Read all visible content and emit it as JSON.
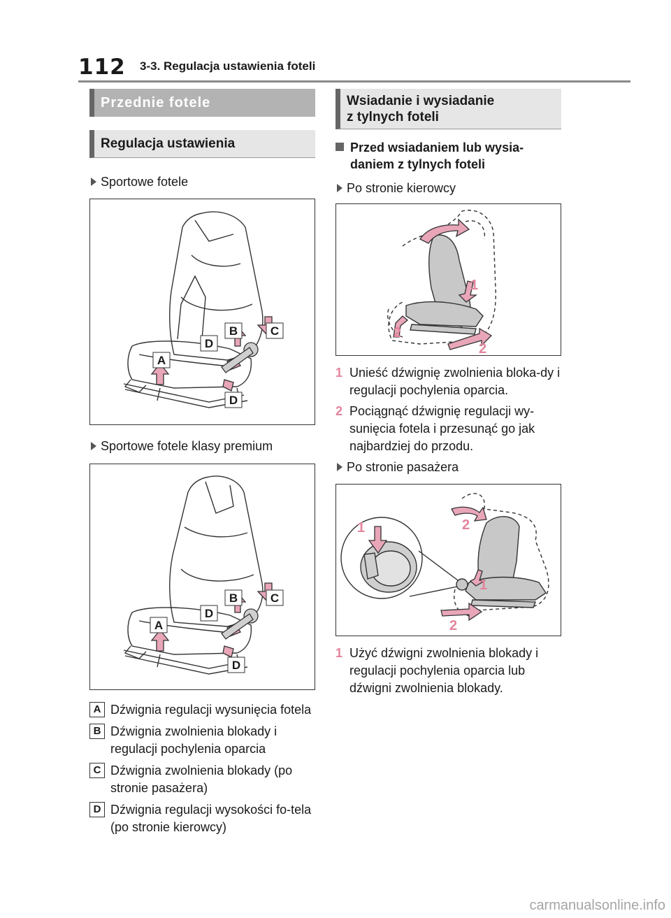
{
  "header": {
    "page_number": "112",
    "chapter": "3-3. Regulacja ustawienia foteli"
  },
  "left": {
    "section_title": "Przednie fotele",
    "subsection_title": "Regulacja ustawienia",
    "bullet1": "Sportowe fotele",
    "bullet2": "Sportowe fotele klasy premium",
    "fig_labels": {
      "a": "A",
      "b": "B",
      "c": "C",
      "d": "D"
    },
    "legend": [
      {
        "key": "A",
        "text": "Dźwignia regulacji wysunięcia fotela"
      },
      {
        "key": "B",
        "text": "Dźwignia zwolnienia blokady i regulacji pochylenia oparcia"
      },
      {
        "key": "C",
        "text": "Dźwignia zwolnienia blokady (po stronie pasażera)"
      },
      {
        "key": "D",
        "text": "Dźwignia regulacji wysokości fo-tela (po stronie kierowcy)"
      }
    ]
  },
  "right": {
    "section_title_line1": "Wsiadanie i wysiadanie",
    "section_title_line2": "z tylnych foteli",
    "heading": "Przed wsiadaniem lub wysia-daniem z tylnych foteli",
    "bullet_driver": "Po stronie kierowcy",
    "steps_driver": [
      {
        "num": "1",
        "text": "Unieść dźwignię zwolnienia bloka-dy i regulacji pochylenia oparcia."
      },
      {
        "num": "2",
        "text": "Pociągnąć dźwignię regulacji wy-sunięcia fotela i przesunąć go jak najbardziej do przodu."
      }
    ],
    "bullet_passenger": "Po stronie pasażera",
    "steps_passenger": [
      {
        "num": "1",
        "text": "Użyć dźwigni zwolnienia blokady i regulacji pochylenia oparcia lub dźwigni zwolnienia blokady."
      }
    ],
    "fig_nums": {
      "one": "1",
      "two": "2"
    }
  },
  "watermark": "carmanualsonline.info",
  "colors": {
    "accent_pink": "#e2859c",
    "gray_bar": "#b3b3b3",
    "light_bar": "#e6e6e6"
  }
}
